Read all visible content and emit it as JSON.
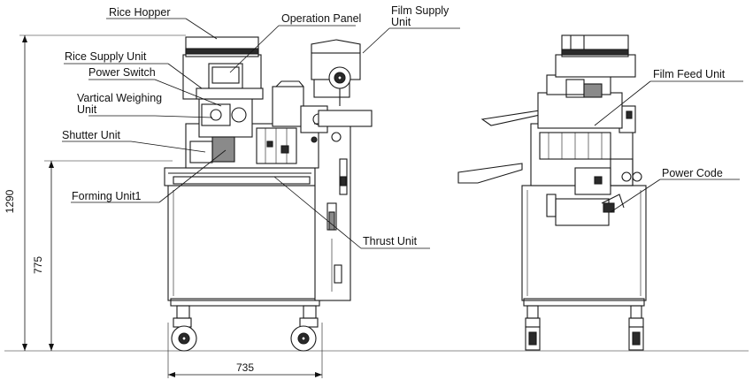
{
  "labels": {
    "rice_hopper": "Rice Hopper",
    "operation_panel": "Operation Panel",
    "film_supply_line1": "Film Supply",
    "film_supply_line2": "Unit",
    "rice_supply_unit": "Rice Supply Unit",
    "power_switch": "Power Switch",
    "vertical_weighing_line1": "Vartical Weighing",
    "vertical_weighing_line2": "Unit",
    "shutter_unit": "Shutter Unit",
    "forming_unit": "Forming Unit1",
    "thrust_unit": "Thrust Unit",
    "film_feed_unit": "Film Feed Unit",
    "power_code": "Power Code"
  },
  "dimensions": {
    "total_height": "1290",
    "table_height": "775",
    "width": "735"
  }
}
